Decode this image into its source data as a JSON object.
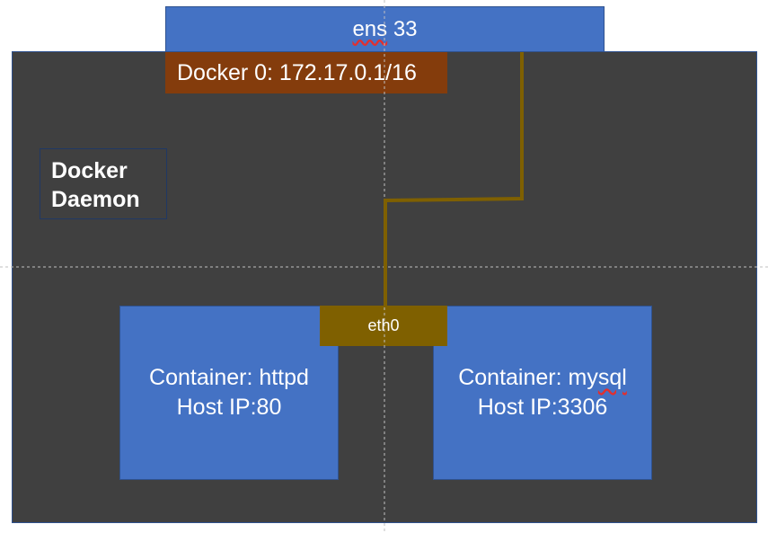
{
  "ens": {
    "word": "ens",
    "number": " 33"
  },
  "docker0": {
    "label": "Docker 0: 172.17.0.1/16"
  },
  "daemon": {
    "line1": "Docker",
    "line2": "Daemon"
  },
  "containers": [
    {
      "prefix": "Container: httpd",
      "suffix": "",
      "ip": "Host IP:80"
    },
    {
      "prefix": "Container: my",
      "suffix": "sql",
      "ip": "Host IP:3306"
    }
  ],
  "eth0": {
    "label": "eth0"
  },
  "colors": {
    "host_background": "#404040",
    "nic_blue": "#4472c4",
    "bridge_brown": "#843c0c",
    "eth0_olive": "#7f6000",
    "link_line": "#7f6000"
  }
}
